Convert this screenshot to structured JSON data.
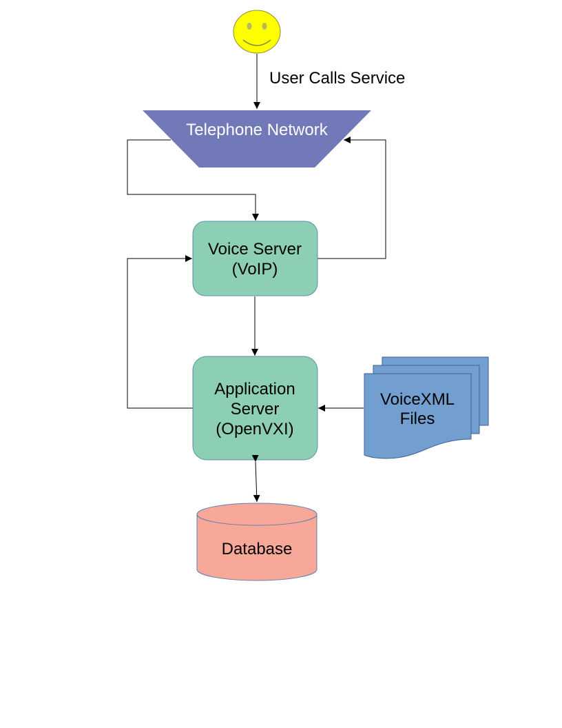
{
  "user": {
    "label": "User Calls Service",
    "icon": "smiley-face-icon",
    "color": "#ffff00"
  },
  "telephone_network": {
    "label": "Telephone Network",
    "color": "#7179b8"
  },
  "voice_server": {
    "line1": "Voice Server",
    "line2": "(VoIP)",
    "color": "#8ccfb4"
  },
  "application_server": {
    "line1": "Application",
    "line2": "Server",
    "line3": "(OpenVXI)",
    "color": "#8ccfb4"
  },
  "voicexml_files": {
    "line1": "VoiceXML",
    "line2": "Files",
    "color": "#729fcf"
  },
  "database": {
    "label": "Database",
    "color": "#f8a898"
  }
}
